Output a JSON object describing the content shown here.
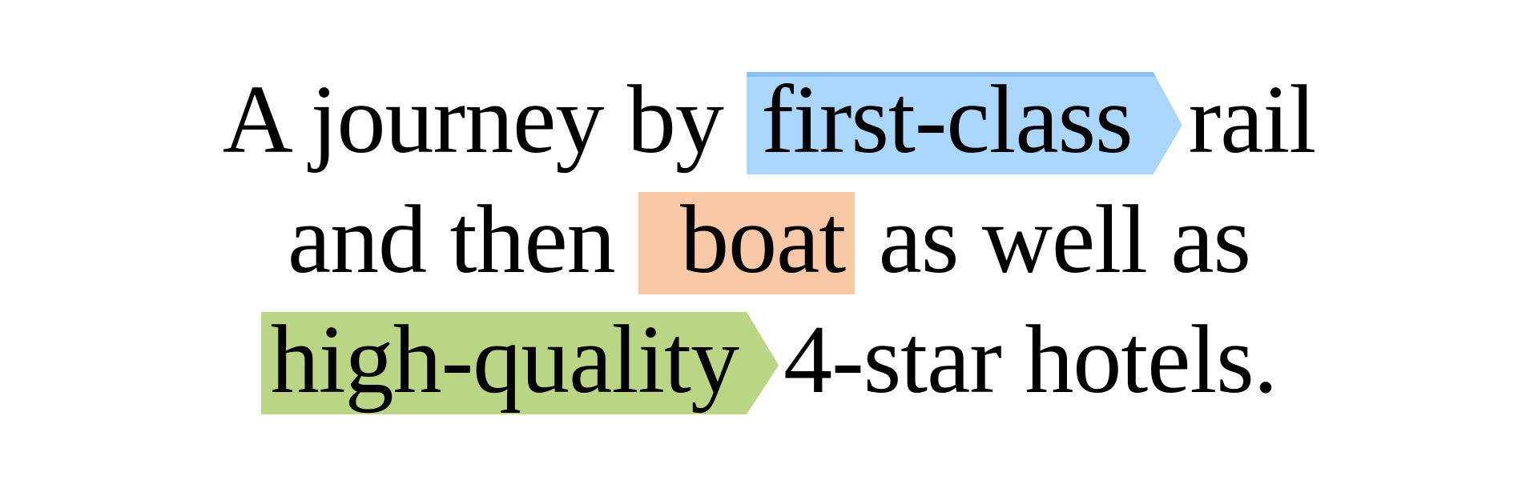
{
  "canvas": {
    "background_color": "#ffffff",
    "text_color": "#000000"
  },
  "headline": {
    "full_text": "A journey by first-class rail and then boat as well as high-quality 4-star hotels.",
    "highlight_colors": {
      "blue": "#aad6fb",
      "blue-edge": "#8cc0ee",
      "orange": "#f9c9a7",
      "green": "#bad584"
    },
    "lines": [
      {
        "segments": [
          {
            "text": "A journey by ",
            "highlight": "none"
          },
          {
            "text": "first-class",
            "highlight": "blue-arrow"
          },
          {
            "text": "rail",
            "highlight": "none"
          }
        ]
      },
      {
        "segments": [
          {
            "text": "and then ",
            "highlight": "none"
          },
          {
            "text": "boat",
            "highlight": "orange-box"
          },
          {
            "text": " as well as",
            "highlight": "none"
          }
        ]
      },
      {
        "segments": [
          {
            "text": "high-quality",
            "highlight": "green-arrow"
          },
          {
            "text": "4-star hotels.",
            "highlight": "none"
          }
        ]
      }
    ]
  }
}
